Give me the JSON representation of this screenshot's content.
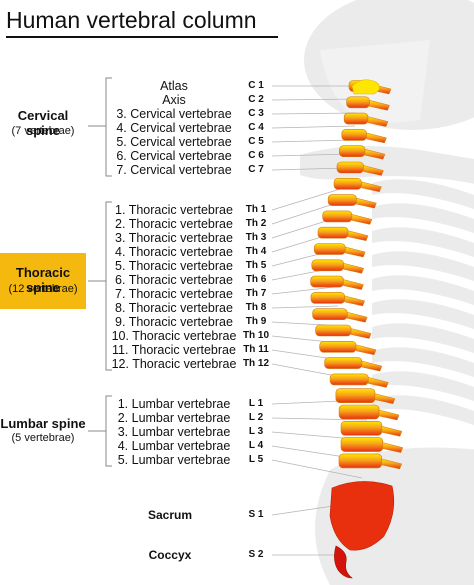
{
  "title": "Human vertebral column",
  "groups": {
    "cervical": {
      "name": "Cervical spine",
      "count": "(7 vertebrae)"
    },
    "thoracic": {
      "name": "Thoracic spine",
      "count": "(12 vertebrae)"
    },
    "lumbar": {
      "name": "Lumbar spine",
      "count": "(5 vertebrae)"
    }
  },
  "vertebrae": [
    {
      "label": "Atlas",
      "code": "C 1"
    },
    {
      "label": "Axis",
      "code": "C 2"
    },
    {
      "label": "3. Cervical vertebrae",
      "code": "C 3"
    },
    {
      "label": "4. Cervical vertebrae",
      "code": "C 4"
    },
    {
      "label": "5. Cervical vertebrae",
      "code": "C 5"
    },
    {
      "label": "6. Cervical vertebrae",
      "code": "C 6"
    },
    {
      "label": "7. Cervical vertebrae",
      "code": "C 7"
    },
    {
      "label": "1. Thoracic vertebrae",
      "code": "Th 1"
    },
    {
      "label": "2. Thoracic vertebrae",
      "code": "Th 2"
    },
    {
      "label": "3. Thoracic vertebrae",
      "code": "Th 3"
    },
    {
      "label": "4. Thoracic vertebrae",
      "code": "Th 4"
    },
    {
      "label": "5. Thoracic vertebrae",
      "code": "Th 5"
    },
    {
      "label": "6. Thoracic vertebrae",
      "code": "Th 6"
    },
    {
      "label": "7. Thoracic vertebrae",
      "code": "Th 7"
    },
    {
      "label": "8. Thoracic vertebrae",
      "code": "Th 8"
    },
    {
      "label": "9. Thoracic vertebrae",
      "code": "Th 9"
    },
    {
      "label": "10. Thoracic vertebrae",
      "code": "Th 10"
    },
    {
      "label": "11. Thoracic vertebrae",
      "code": "Th 11"
    },
    {
      "label": "12. Thoracic vertebrae",
      "code": "Th 12"
    },
    {
      "label": "1. Lumbar vertebrae",
      "code": "L 1"
    },
    {
      "label": "2. Lumbar vertebrae",
      "code": "L 2"
    },
    {
      "label": "3. Lumbar vertebrae",
      "code": "L 3"
    },
    {
      "label": "4. Lumbar vertebrae",
      "code": "L 4"
    },
    {
      "label": "5. Lumbar vertebrae",
      "code": "L 5"
    }
  ],
  "sacrum": {
    "label": "Sacrum",
    "code": "S 1"
  },
  "coccyx": {
    "label": "Coccyx",
    "code": "S 2"
  },
  "colors": {
    "thoracic_highlight": "#f5b80f",
    "spine_top": "#ffe600",
    "spine_mid": "#f7a21b",
    "spine_bottom": "#e8300f",
    "coccyx": "#d4140a",
    "skeleton_shadow": "#ebebeb",
    "leader_line": "#b5b5b5"
  }
}
